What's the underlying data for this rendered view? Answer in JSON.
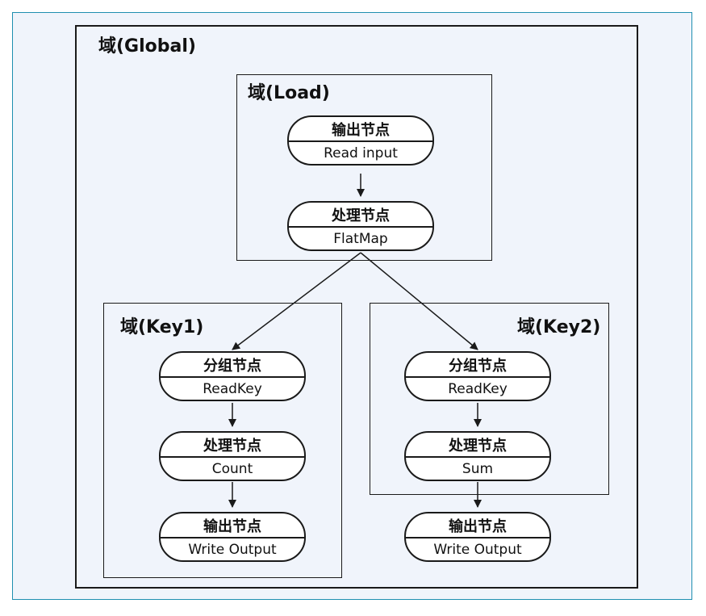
{
  "domains": {
    "global": {
      "label": "域(Global)"
    },
    "load": {
      "label": "域(Load)"
    },
    "key1": {
      "label": "域(Key1)"
    },
    "key2": {
      "label": "域(Key2)"
    }
  },
  "nodes": {
    "load_output": {
      "type": "输出节点",
      "name": "Read input"
    },
    "load_process": {
      "type": "处理节点",
      "name": "FlatMap"
    },
    "key1_group": {
      "type": "分组节点",
      "name": "ReadKey"
    },
    "key1_process": {
      "type": "处理节点",
      "name": "Count"
    },
    "key1_output": {
      "type": "输出节点",
      "name": "Write Output"
    },
    "key2_group": {
      "type": "分组节点",
      "name": "ReadKey"
    },
    "key2_process": {
      "type": "处理节点",
      "name": "Sum"
    },
    "key2_output": {
      "type": "输出节点",
      "name": "Write Output"
    }
  },
  "colors": {
    "background": "#f0f4fb",
    "frame_border": "#1f8fb0",
    "line": "#1a1a1a",
    "node_fill": "#ffffff"
  }
}
